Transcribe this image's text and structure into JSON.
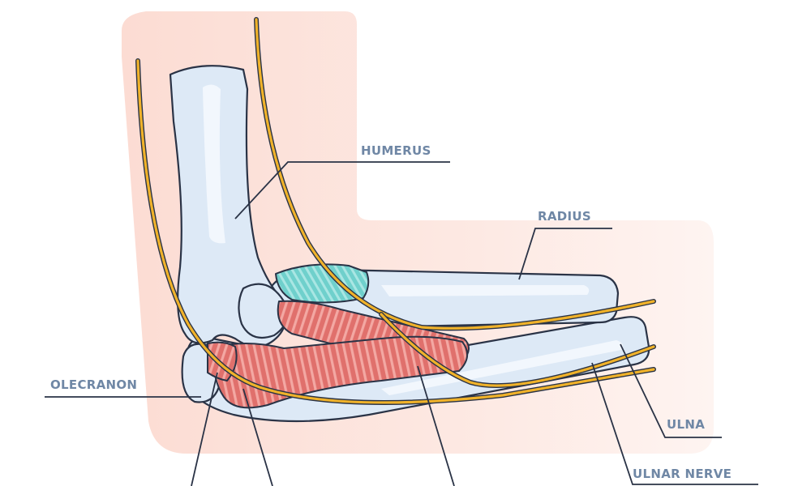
{
  "labels": {
    "humerus": "HUMERUS",
    "radius": "RADIUS",
    "olecranon": "OLECRANON",
    "ulna": "ULNA",
    "ulnar_nerve": "ULNAR NERVE"
  },
  "colors": {
    "background": "#ffffff",
    "skin": "#fde6df",
    "bone_fill": "#dde9f6",
    "bone_highlight": "#f2f7fd",
    "outline": "#2a3346",
    "nerve": "#f0b22a",
    "muscle": "#e0706c",
    "muscle_stripe": "#f3a8a3",
    "cartilage": "#6fd0cc",
    "label_text": "#6f87a5",
    "leader_line": "#2a3346"
  }
}
